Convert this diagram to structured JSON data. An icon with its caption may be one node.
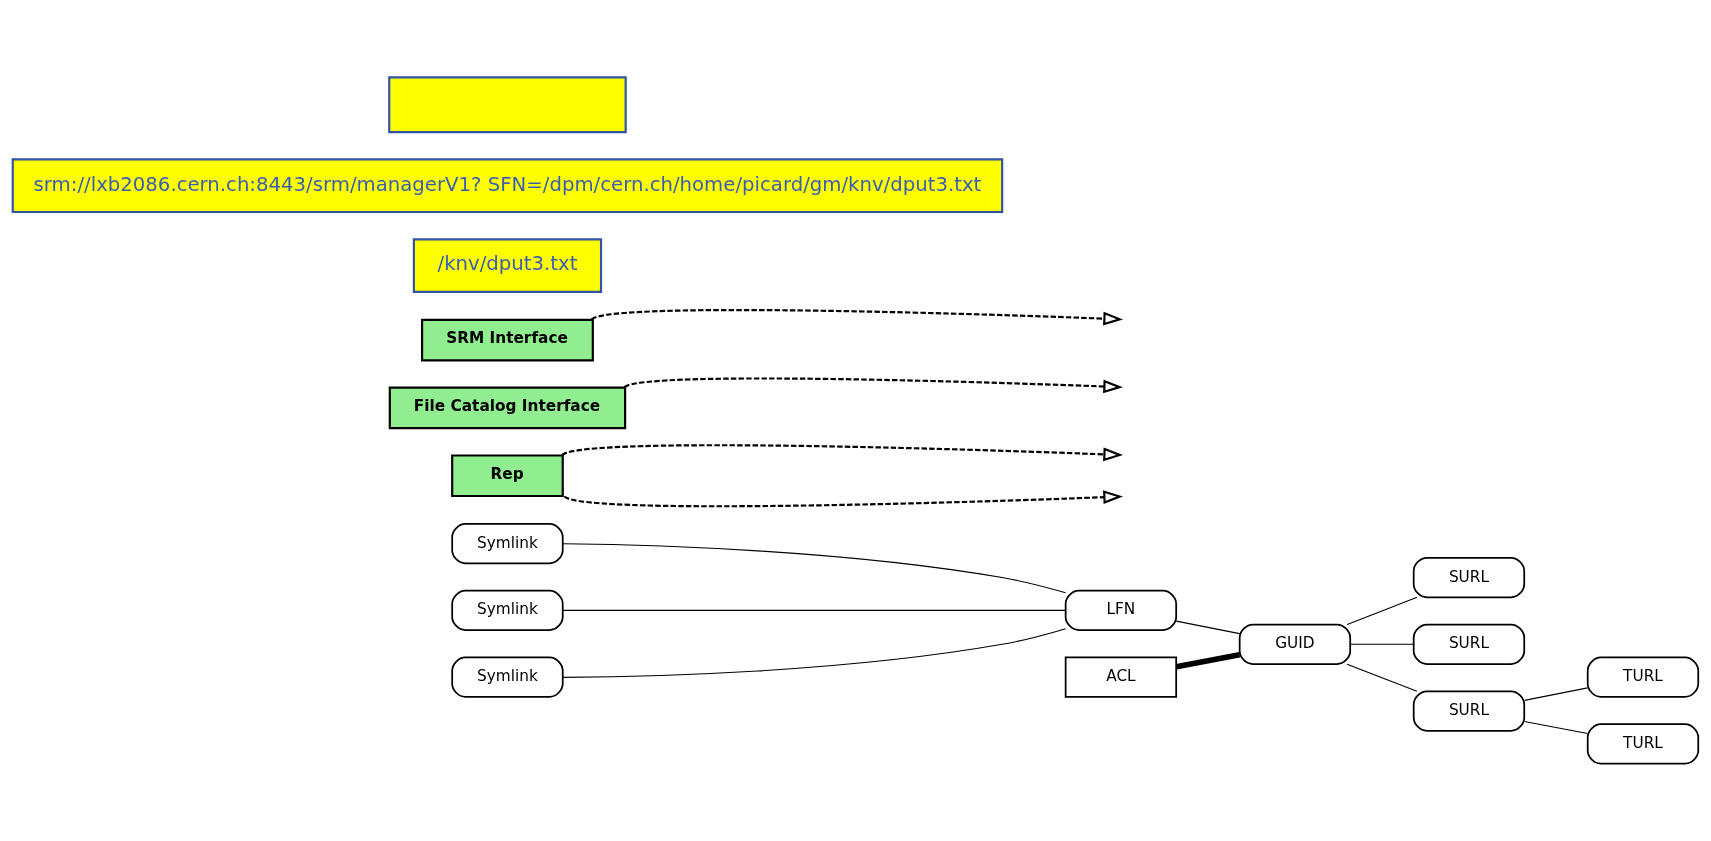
{
  "diagram": {
    "nodes": [
      {
        "text": [
          "Symlink"
        ]
      },
      {
        "text": [
          "Symlink"
        ]
      },
      {
        "text": [
          "Symlink"
        ]
      },
      {
        "text": [
          "LFN"
        ]
      },
      {
        "text": [
          "ACL"
        ]
      },
      {
        "text": [
          "GUID"
        ]
      },
      {
        "text": [
          "SURL"
        ]
      },
      {
        "text": [
          "SURL"
        ]
      },
      {
        "text": [
          "SURL"
        ]
      },
      {
        "text": [
          "TURL"
        ]
      },
      {
        "text": [
          "TURL"
        ]
      },
      {
        "text": [
          "Rep"
        ]
      },
      {
        "text": [
          "File Catalog Interface"
        ]
      },
      {
        "text": [
          "SRM Interface"
        ]
      },
      {
        "text": [
          "/knv/dput3.txt"
        ]
      },
      {
        "text": [
          "srm://lxb2086.cern.ch:8443/srm/managerV1? SFN=/dpm/cern.ch/home/picard/gm/knv/dput3.txt"
        ]
      },
      {
        "text": [],
        "shape": "box"
      }
    ],
    "edges": [
      {
        "from": 0,
        "to": 3,
        "arrow": "none"
      },
      {
        "from": 1,
        "to": 3,
        "arrow": "none"
      },
      {
        "from": 2,
        "to": 3,
        "arrow": "none"
      },
      {
        "from": 3,
        "to": 5,
        "arrow": "none"
      },
      {
        "from": 4,
        "to": 5,
        "arrow": "none",
        "style": "thick"
      },
      {
        "from": 5,
        "to": 6,
        "arrow": "none"
      },
      {
        "from": 5,
        "to": 7,
        "arrow": "none"
      },
      {
        "from": 5,
        "to": 8,
        "arrow": "none"
      },
      {
        "from": 8,
        "to": 9,
        "arrow": "none"
      },
      {
        "from": 8,
        "to": 10,
        "arrow": "none"
      },
      {
        "from": 12,
        "to": null,
        "arrow": "to",
        "style": "dashed"
      },
      {
        "from": 11,
        "to": null,
        "arrow": "to",
        "style": "dashed"
      },
      {
        "from": 11,
        "to": null,
        "arrow": "to",
        "style": "dashed"
      },
      {
        "from": 13,
        "to": null,
        "arrow": "to",
        "style": "dashed"
      }
    ]
  }
}
